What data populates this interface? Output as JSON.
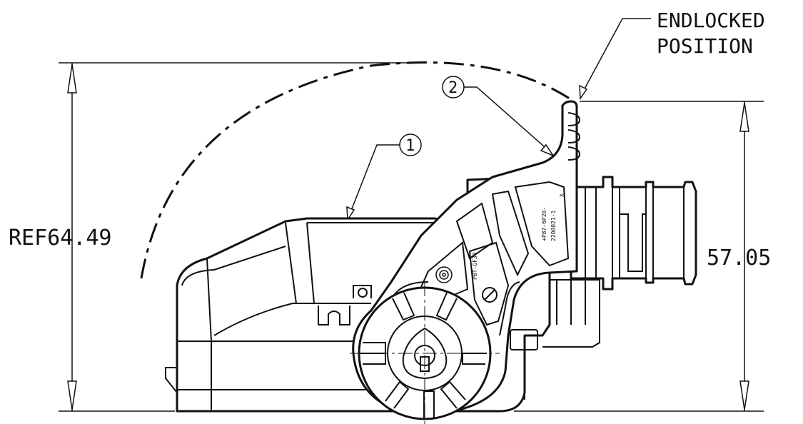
{
  "annotations": {
    "endlocked_line1": "ENDLOCKED",
    "endlocked_line2": "POSITION"
  },
  "dimensions": {
    "ref_height": "REF64.49",
    "height": "57.05"
  },
  "balloons": {
    "item1": "1",
    "item2": "2"
  },
  "part_marking": {
    "line1": "+P87-6P20-",
    "line2": "2200021-1",
    "mark": "X",
    "code": "PBT-GF30"
  },
  "colors": {
    "line": "#111111",
    "background": "#ffffff"
  }
}
